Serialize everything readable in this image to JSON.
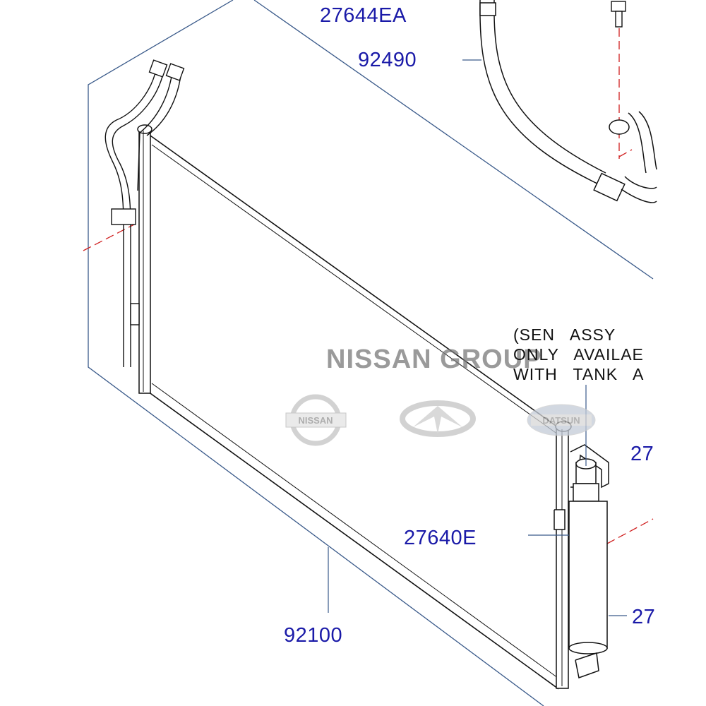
{
  "callouts": {
    "c1": "27644EA",
    "c2": "92490",
    "c3": "27640E",
    "c4": "92100",
    "c5": "27",
    "c6": "27"
  },
  "note": {
    "line1": "(SEN   ASSY",
    "line2": "ONLY   AVAILAE",
    "line3": "WITH   TANK   A"
  },
  "watermark": {
    "text": "NISSAN GROUP",
    "logos": [
      "NISSAN",
      "INFINITI",
      "DATSUN"
    ]
  },
  "colors": {
    "callout": "#1a1aa8",
    "leader": "#3a5a8a",
    "centerline": "#d02020",
    "line": "#111111"
  }
}
